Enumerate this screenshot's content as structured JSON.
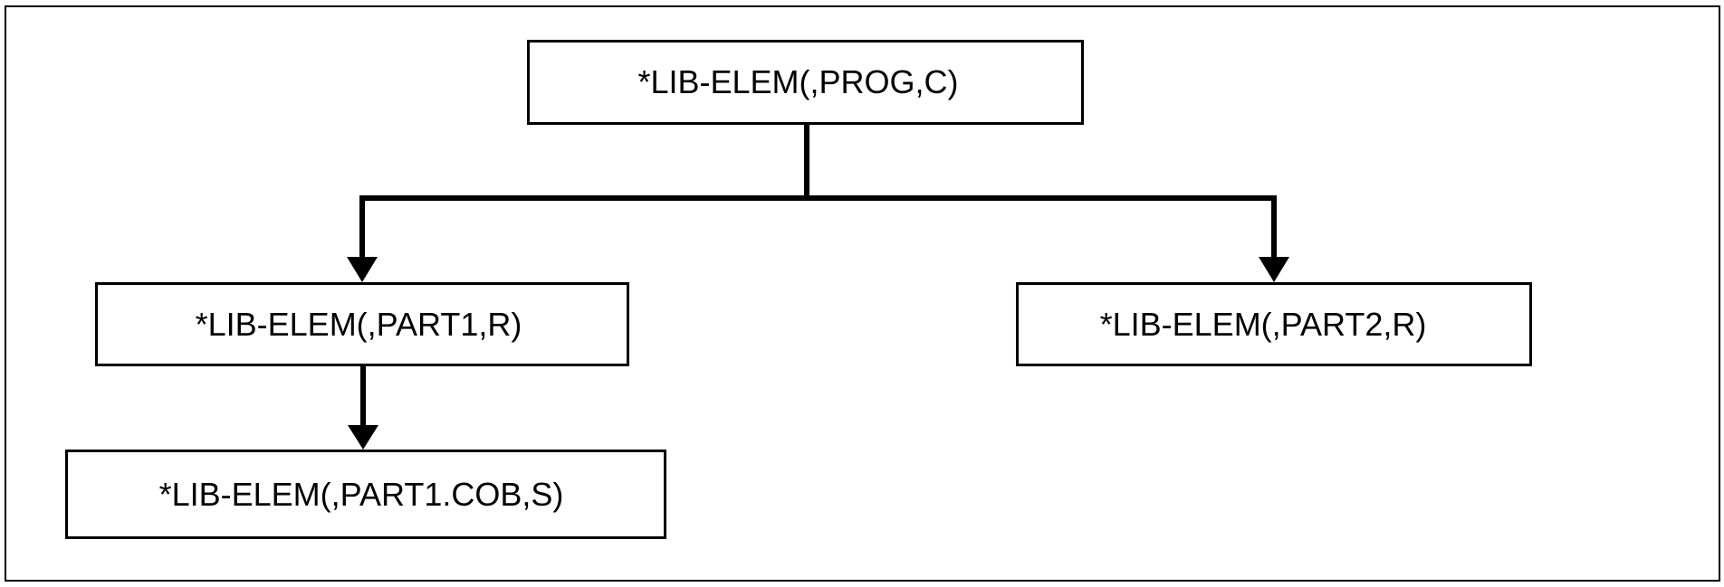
{
  "diagram": {
    "nodes": {
      "root": "*LIB-ELEM(,PROG,C)",
      "part1": "*LIB-ELEM(,PART1,R)",
      "part2": "*LIB-ELEM(,PART2,R)",
      "part1_cob": "*LIB-ELEM(,PART1.COB,S)"
    },
    "edges": [
      {
        "from": "root",
        "to": "part1"
      },
      {
        "from": "root",
        "to": "part2"
      },
      {
        "from": "part1",
        "to": "part1_cob"
      }
    ]
  }
}
